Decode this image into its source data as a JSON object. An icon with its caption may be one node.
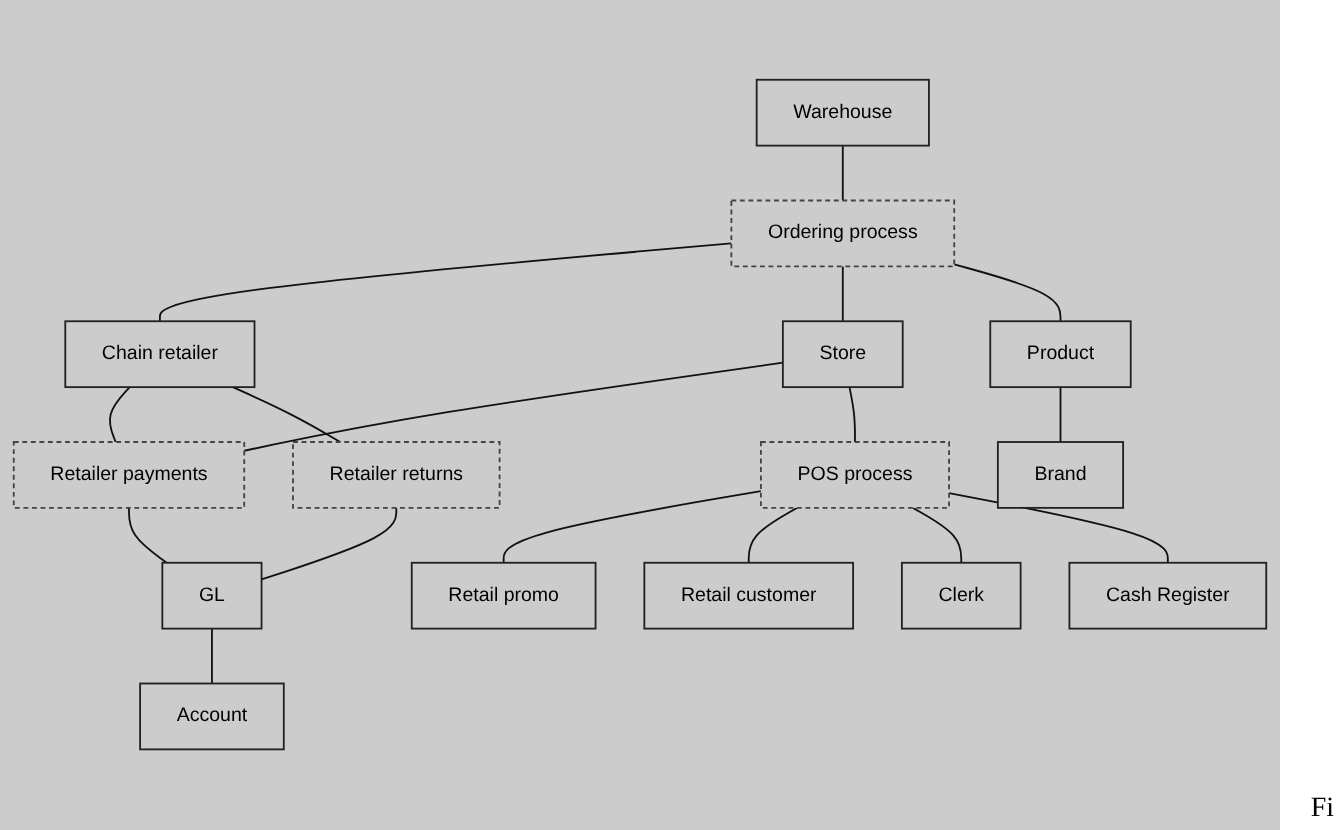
{
  "diagram": {
    "nodes": [
      {
        "text": [
          "Warehouse"
        ]
      },
      {
        "text": [
          "Ordering process"
        ]
      },
      {
        "text": [
          "Chain retailer"
        ]
      },
      {
        "text": [
          "Store"
        ]
      },
      {
        "text": [
          "POS process"
        ]
      },
      {
        "text": [
          "Product"
        ]
      },
      {
        "text": [
          "Retailer payments"
        ]
      },
      {
        "text": [
          "Retailer returns"
        ]
      },
      {
        "text": [
          "Retail promo"
        ]
      },
      {
        "text": [
          "Brand"
        ]
      },
      {
        "text": [
          "Retail customer"
        ]
      },
      {
        "text": [
          "GL"
        ]
      },
      {
        "text": [
          "Account"
        ]
      },
      {
        "text": [
          "Clerk"
        ]
      },
      {
        "text": [
          "Cash Register"
        ]
      }
    ],
    "edges": [
      {
        "from": 0,
        "to": 1,
        "arrow": "none"
      },
      {
        "from": 1,
        "to": 2,
        "arrow": "none"
      },
      {
        "from": 1,
        "to": 3,
        "arrow": "none"
      },
      {
        "from": 1,
        "to": 5,
        "arrow": "none"
      },
      {
        "from": 3,
        "to": 6,
        "arrow": "none"
      },
      {
        "from": 2,
        "to": 6,
        "arrow": "none"
      },
      {
        "from": 2,
        "to": 7,
        "arrow": "none"
      },
      {
        "from": 3,
        "to": 4,
        "arrow": "none"
      },
      {
        "from": 4,
        "to": 8,
        "arrow": "none"
      },
      {
        "from": 5,
        "to": 9,
        "arrow": "none"
      },
      {
        "from": 4,
        "to": 10,
        "arrow": "none"
      },
      {
        "from": 4,
        "to": 13,
        "arrow": "none"
      },
      {
        "from": 4,
        "to": 14,
        "arrow": "none"
      },
      {
        "from": 6,
        "to": 11,
        "arrow": "none"
      },
      {
        "from": 7,
        "to": 11,
        "arrow": "none"
      },
      {
        "from": 11,
        "to": 12,
        "arrow": "none"
      }
    ],
    "labels": [
      "Fi"
    ]
  }
}
